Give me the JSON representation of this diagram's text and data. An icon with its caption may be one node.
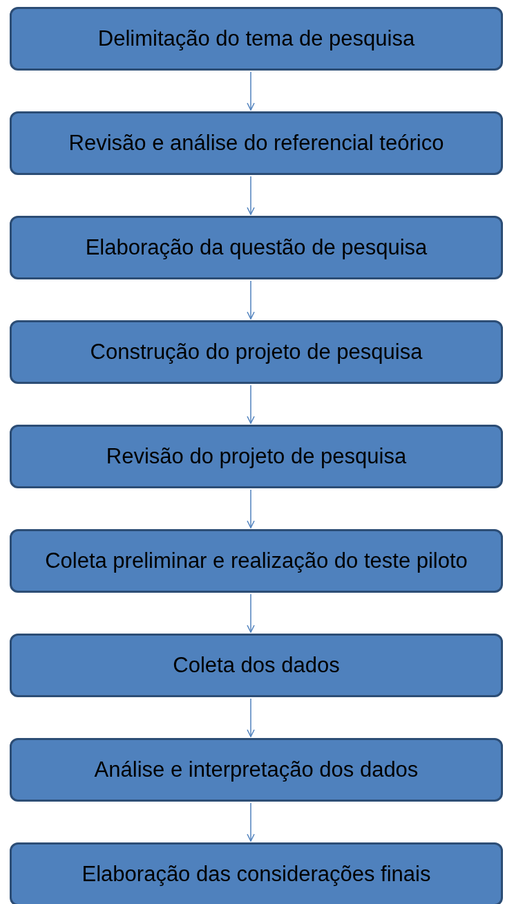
{
  "diagram": {
    "nodes": [
      {
        "text": [
          "Delimitação do tema de pesquisa"
        ]
      },
      {
        "text": [
          "Revisão e análise do referencial teórico"
        ]
      },
      {
        "text": [
          "Elaboração da questão de pesquisa"
        ]
      },
      {
        "text": [
          "Construção do projeto de pesquisa"
        ]
      },
      {
        "text": [
          "Revisão do projeto de pesquisa"
        ]
      },
      {
        "text": [
          "Coleta preliminar e realização do teste piloto"
        ]
      },
      {
        "text": [
          "Coleta dos dados"
        ]
      },
      {
        "text": [
          "Análise e interpretação dos dados"
        ]
      },
      {
        "text": [
          "Elaboração das considerações finais"
        ]
      }
    ],
    "edges": [
      {
        "from": 0,
        "to": 1,
        "arrow": "to"
      },
      {
        "from": 1,
        "to": 2,
        "arrow": "to"
      },
      {
        "from": 2,
        "to": 3,
        "arrow": "to"
      },
      {
        "from": 3,
        "to": 4,
        "arrow": "to"
      },
      {
        "from": 4,
        "to": 5,
        "arrow": "to"
      },
      {
        "from": 5,
        "to": 6,
        "arrow": "to"
      },
      {
        "from": 6,
        "to": 7,
        "arrow": "to"
      },
      {
        "from": 7,
        "to": 8,
        "arrow": "to"
      }
    ]
  }
}
